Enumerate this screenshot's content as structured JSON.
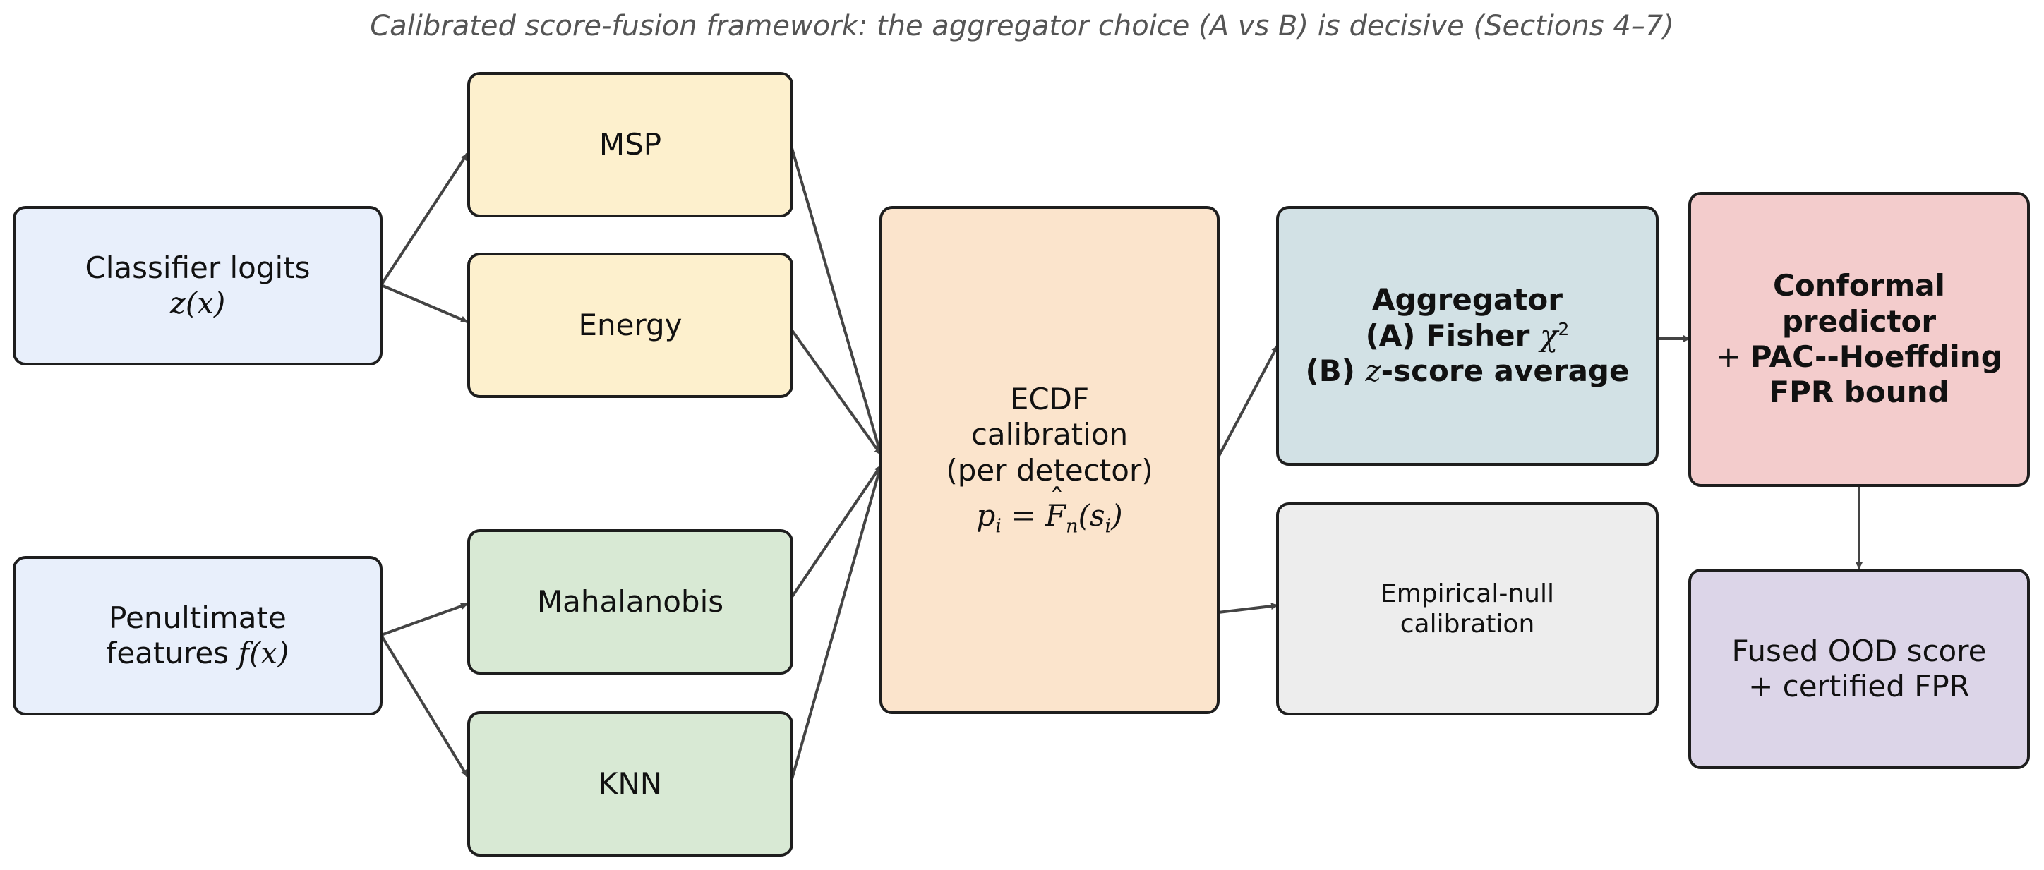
{
  "title": "Calibrated score-fusion framework: the aggregator choice (A vs B) is decisive (Sections 4–7)",
  "colors": {
    "input": "#e8effb",
    "logit_detector": "#fdf0cd",
    "feature_detector": "#d8e9d4",
    "calibration": "#fbe4cc",
    "aggregator": "#d2e1e5",
    "empirical_null": "#ededed",
    "conformal": "#f3cccc",
    "output": "#dcd5e8",
    "edge": "#444444",
    "border": "#1e1e1e"
  },
  "nodes": {
    "logits": {
      "line1": "Classifier logits",
      "math": "z(x)"
    },
    "features": {
      "line1": "Penultimate",
      "line2_text": "features ",
      "line2_math": "f(x)"
    },
    "msp": {
      "label": "MSP"
    },
    "energy": {
      "label": "Energy"
    },
    "mahalanobis": {
      "label": "Mahalanobis"
    },
    "knn": {
      "label": "KNN"
    },
    "ecdf": {
      "line1": "ECDF",
      "line2": "calibration",
      "line3": "(per detector)",
      "formula_lhs": "p",
      "formula_lhs_sub": "i",
      "formula_eq": " = ",
      "formula_F": "F",
      "formula_F_sub": "n",
      "formula_arg": "(s",
      "formula_arg_sub": "i",
      "formula_close": ")"
    },
    "aggregator": {
      "line1": "Aggregator",
      "line2_text": "(A) Fisher ",
      "line2_chi": "χ",
      "line2_sup": "2",
      "line3_prefix": "(B) ",
      "line3_math": "z",
      "line3_text": "-score average"
    },
    "empirical_null": {
      "line1": "Empirical-null",
      "line2": "calibration"
    },
    "conformal": {
      "line1": "Conformal",
      "line2": "predictor",
      "line3_plus": "+ ",
      "line3_bold": "PAC--Hoeffding",
      "line4": "FPR bound"
    },
    "output": {
      "line1": "Fused OOD score",
      "line2": "+ certified FPR"
    }
  },
  "edges": [
    [
      "logits",
      "msp"
    ],
    [
      "logits",
      "energy"
    ],
    [
      "features",
      "mahalanobis"
    ],
    [
      "features",
      "knn"
    ],
    [
      "msp",
      "ecdf"
    ],
    [
      "energy",
      "ecdf"
    ],
    [
      "mahalanobis",
      "ecdf"
    ],
    [
      "knn",
      "ecdf"
    ],
    [
      "ecdf",
      "aggregator"
    ],
    [
      "ecdf",
      "empirical_null"
    ],
    [
      "aggregator",
      "conformal"
    ],
    [
      "conformal",
      "output"
    ]
  ]
}
